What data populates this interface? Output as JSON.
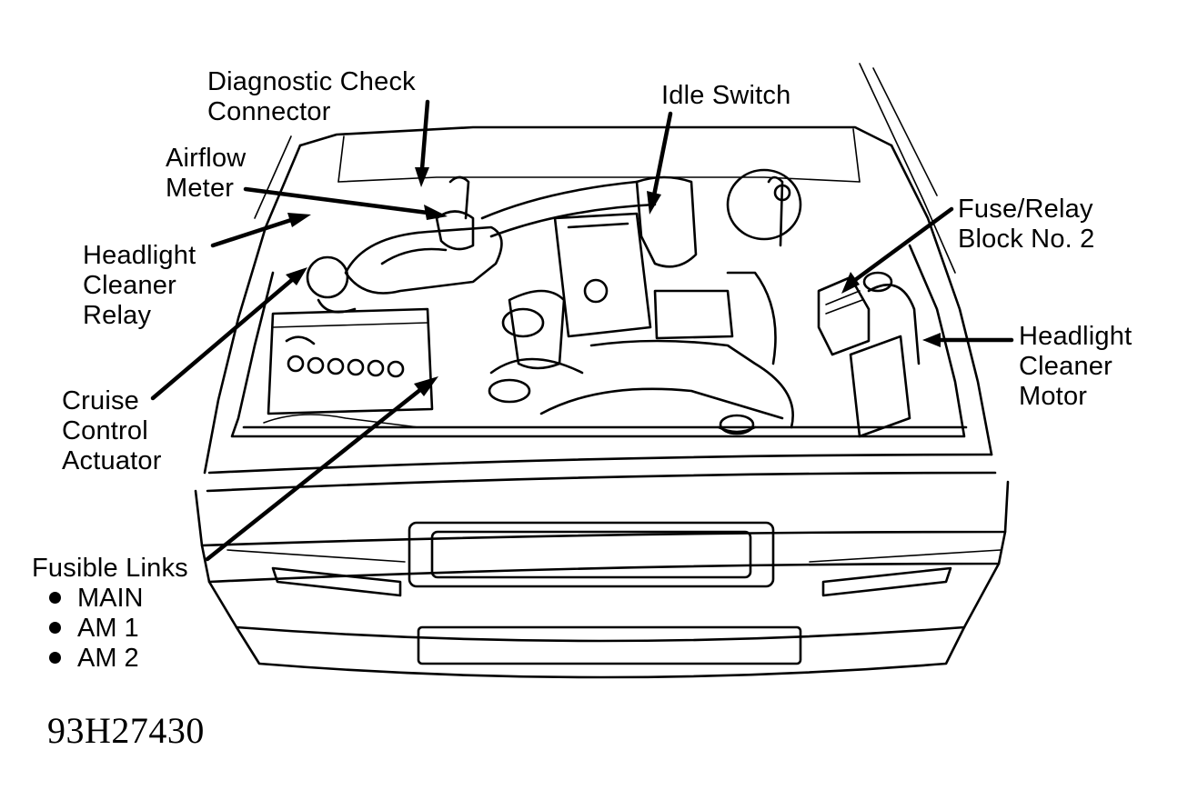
{
  "figure_id": "93H27430",
  "callouts": {
    "diagnostic_check_connector": [
      "Diagnostic Check",
      "Connector"
    ],
    "idle_switch": [
      "Idle Switch"
    ],
    "airflow_meter": [
      "Airflow",
      "Meter"
    ],
    "headlight_cleaner_relay": [
      "Headlight",
      "Cleaner",
      "Relay"
    ],
    "fuse_relay_block": [
      "Fuse/Relay",
      "Block No. 2"
    ],
    "headlight_cleaner_motor": [
      "Headlight",
      "Cleaner",
      "Motor"
    ],
    "cruise_control_actuator": [
      "Cruise",
      "Control",
      "Actuator"
    ],
    "fusible_links": [
      "Fusible Links"
    ]
  },
  "fusible_links_items": [
    "MAIN",
    "AM 1",
    "AM 2"
  ]
}
